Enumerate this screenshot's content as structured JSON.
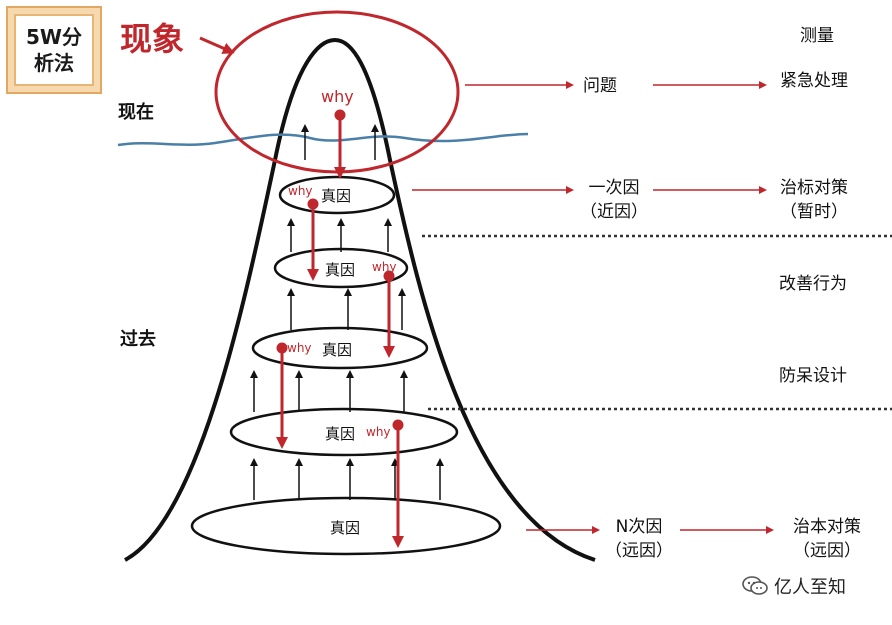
{
  "badge": {
    "line1": "5W分",
    "line2": "析法"
  },
  "phenomenon_label": "现象",
  "time": {
    "now": "现在",
    "past": "过去"
  },
  "measure_header": "测量",
  "why_top": "why",
  "why": "why",
  "true_cause": "真因",
  "right_column": {
    "problem": "问题",
    "emergency": "紧急处理",
    "first_cause": "一次因",
    "first_cause_sub": "（近因）",
    "treat_symptom": "治标对策",
    "treat_symptom_sub": "（暂时）",
    "improve_behavior": "改善行为",
    "mistake_proof": "防呆设计",
    "n_cause": "N次因",
    "n_cause_sub": "（远因）",
    "treat_root": "治本对策",
    "treat_root_sub": "（远因）"
  },
  "watermark": "亿人至知",
  "colors": {
    "red": "#c0272d",
    "water": "#4a7fa8",
    "badge_bg": "#f7d9b0",
    "badge_border": "#e2a862"
  }
}
